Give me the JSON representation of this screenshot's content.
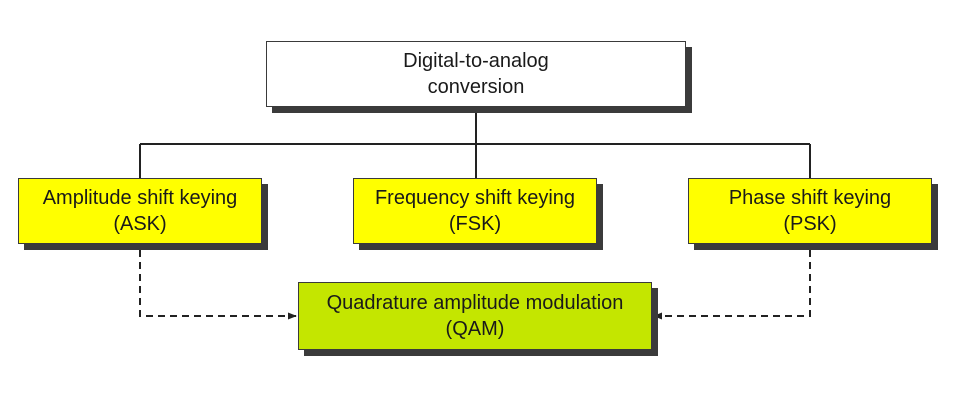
{
  "nodes": {
    "root": {
      "line1": "Digital-to-analog",
      "line2": "conversion"
    },
    "ask": {
      "line1": "Amplitude shift keying",
      "line2": "(ASK)"
    },
    "fsk": {
      "line1": "Frequency shift keying",
      "line2": "(FSK)"
    },
    "psk": {
      "line1": "Phase shift keying",
      "line2": "(PSK)"
    },
    "qam": {
      "line1": "Quadrature amplitude modulation",
      "line2": "(QAM)"
    }
  },
  "edges": [
    {
      "from": "root",
      "to": "ask",
      "style": "solid"
    },
    {
      "from": "root",
      "to": "fsk",
      "style": "solid"
    },
    {
      "from": "root",
      "to": "psk",
      "style": "solid"
    },
    {
      "from": "ask",
      "to": "qam",
      "style": "dashed",
      "arrow": true
    },
    {
      "from": "psk",
      "to": "qam",
      "style": "dashed",
      "arrow": true
    }
  ],
  "colors": {
    "root_fill": "#ffffff",
    "keying_fill": "#ffff00",
    "qam_fill": "#c4e600",
    "stroke": "#3a3a3a",
    "shadow": "#3b3b3b"
  }
}
